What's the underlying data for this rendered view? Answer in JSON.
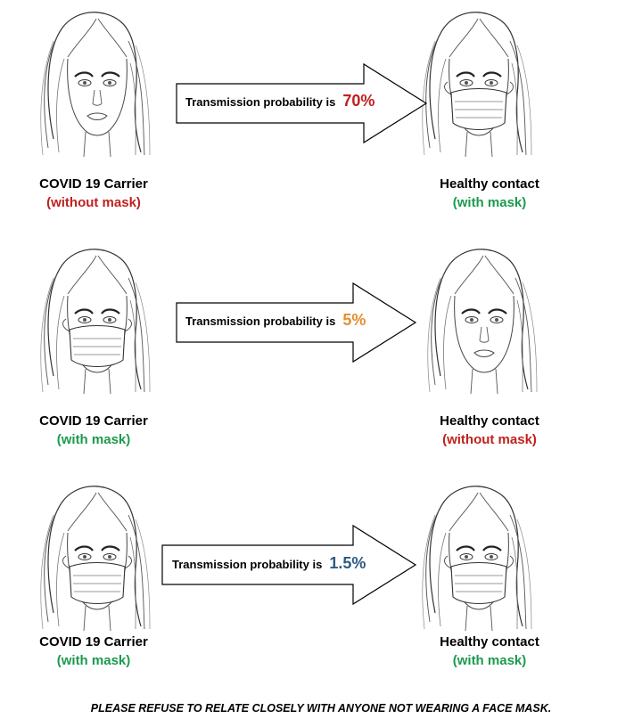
{
  "colors": {
    "red": "#c0211e",
    "green": "#1c9a4d",
    "orange": "#e88d30",
    "blue": "#2e5a82"
  },
  "rows": [
    {
      "arrow_text": "Transmission probability is",
      "probability": "70%",
      "probability_color": "#c0211e",
      "carrier": {
        "title": "COVID 19 Carrier",
        "status": "(without mask)",
        "status_color": "#c0211e",
        "masked": false
      },
      "contact": {
        "title": "Healthy contact",
        "status": "(with mask)",
        "status_color": "#1c9a4d",
        "masked": true
      }
    },
    {
      "arrow_text": "Transmission probability is",
      "probability": "5%",
      "probability_color": "#e88d30",
      "carrier": {
        "title": "COVID 19 Carrier",
        "status": "(with mask)",
        "status_color": "#1c9a4d",
        "masked": true
      },
      "contact": {
        "title": "Healthy contact",
        "status": "(without mask)",
        "status_color": "#c0211e",
        "masked": false
      }
    },
    {
      "arrow_text": "Transmission probability is",
      "probability": "1.5%",
      "probability_color": "#2e5a82",
      "carrier": {
        "title": "COVID 19 Carrier",
        "status": "(with mask)",
        "status_color": "#1c9a4d",
        "masked": true
      },
      "contact": {
        "title": "Healthy contact",
        "status": "(with mask)",
        "status_color": "#1c9a4d",
        "masked": true
      }
    }
  ],
  "footer": "PLEASE REFUSE TO RELATE CLOSELY WITH ANYONE NOT WEARING A FACE MASK."
}
